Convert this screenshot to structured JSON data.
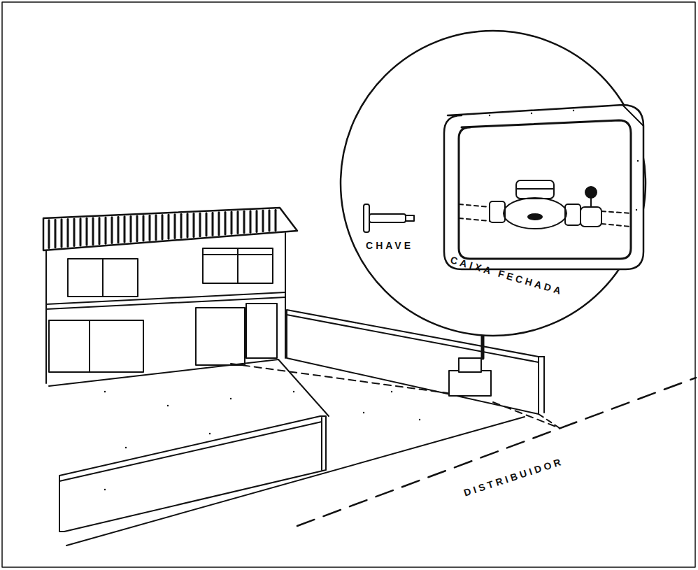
{
  "diagram": {
    "labels": [
      "CHAVE",
      "CAIXA FECHADA",
      "DISTRIBUIDOR"
    ]
  }
}
